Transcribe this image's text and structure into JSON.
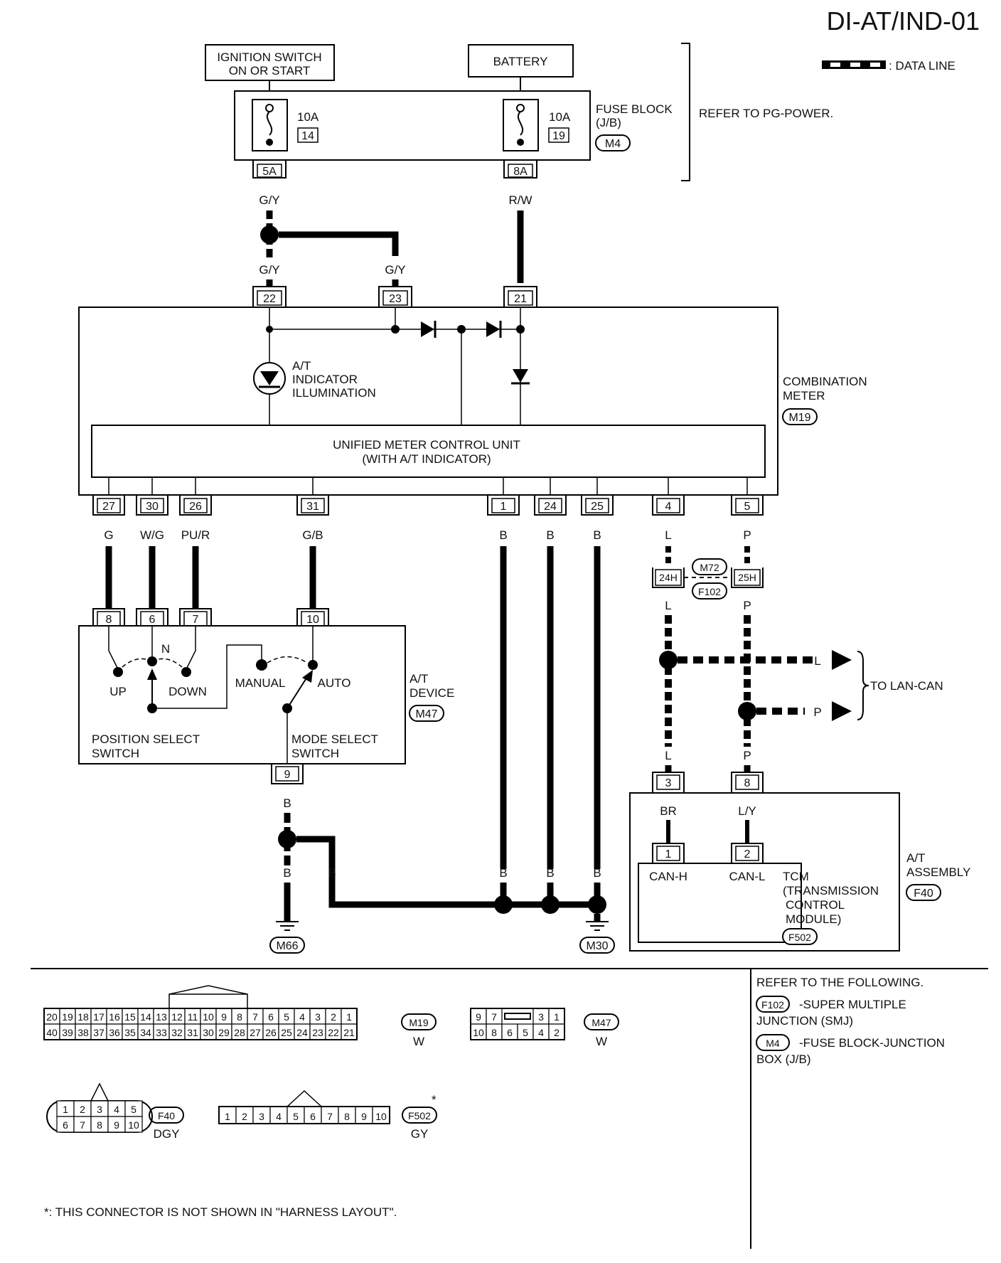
{
  "title": "DI-AT/IND-01",
  "legend": {
    "data_line": ": DATA LINE"
  },
  "sources": {
    "ignition": [
      "IGNITION SWITCH",
      "ON OR START"
    ],
    "battery": "BATTERY"
  },
  "fuse_block": {
    "label": [
      "FUSE BLOCK",
      "(J/B)"
    ],
    "connector": "M4",
    "fuse1": {
      "amps": "10A",
      "num": "14",
      "pin": "5A"
    },
    "fuse2": {
      "amps": "10A",
      "num": "19",
      "pin": "8A"
    },
    "refer": "REFER TO PG-POWER."
  },
  "wires": {
    "gy": "G/Y",
    "rw": "R/W",
    "g": "G",
    "wg": "W/G",
    "pur": "PU/R",
    "gb": "G/B",
    "b": "B",
    "l": "L",
    "p": "P",
    "br": "BR",
    "ly": "L/Y"
  },
  "combination_meter": {
    "label": [
      "COMBINATION",
      "METER"
    ],
    "connector": "M19",
    "pins_top": [
      "22",
      "23",
      "21"
    ],
    "indicator": [
      "A/T",
      "INDICATOR",
      "ILLUMINATION"
    ],
    "unit": [
      "UNIFIED METER CONTROL UNIT",
      "(WITH A/T INDICATOR)"
    ],
    "pins_bottom": [
      "27",
      "30",
      "26",
      "31",
      "1",
      "24",
      "25",
      "4",
      "5"
    ]
  },
  "smj": {
    "connector1": "M72",
    "connector2": "F102",
    "pin_l": "24H",
    "pin_p": "25H"
  },
  "at_device": {
    "label": [
      "A/T",
      "DEVICE"
    ],
    "connector": "M47",
    "pins": [
      "8",
      "6",
      "7",
      "10",
      "9"
    ],
    "n": "N",
    "up": "UP",
    "down": "DOWN",
    "manual": "MANUAL",
    "auto": "AUTO",
    "pos_switch": [
      "POSITION SELECT",
      "SWITCH"
    ],
    "mode_switch": [
      "MODE SELECT",
      "SWITCH"
    ]
  },
  "lan": {
    "label": "TO LAN-CAN",
    "l": "L",
    "p": "P"
  },
  "at_assembly": {
    "label": [
      "A/T",
      "ASSEMBLY"
    ],
    "connector": "F40",
    "pins_outer": [
      "3",
      "8"
    ],
    "pins_inner": [
      "1",
      "2"
    ],
    "can_h": "CAN-H",
    "can_l": "CAN-L",
    "tcm": [
      "TCM",
      "(TRANSMISSION",
      "CONTROL",
      "MODULE)"
    ],
    "tcm_connector": "F502"
  },
  "grounds": [
    "M66",
    "M30"
  ],
  "connector_views": {
    "m19": {
      "id": "M19",
      "color": "W",
      "row1": [
        "20",
        "19",
        "18",
        "17",
        "16",
        "15",
        "14",
        "13",
        "12",
        "11",
        "10",
        "9",
        "8",
        "7",
        "6",
        "5",
        "4",
        "3",
        "2",
        "1"
      ],
      "row2": [
        "40",
        "39",
        "38",
        "37",
        "36",
        "35",
        "34",
        "33",
        "32",
        "31",
        "30",
        "29",
        "28",
        "27",
        "26",
        "25",
        "24",
        "23",
        "22",
        "21"
      ]
    },
    "m47": {
      "id": "M47",
      "color": "W",
      "row1": [
        "9",
        "7",
        "",
        "3",
        "1"
      ],
      "row2": [
        "10",
        "8",
        "6",
        "5",
        "4",
        "2"
      ]
    },
    "f40": {
      "id": "F40",
      "color": "DGY",
      "row1": [
        "1",
        "2",
        "3",
        "4",
        "5"
      ],
      "row2": [
        "6",
        "7",
        "8",
        "9",
        "10"
      ]
    },
    "f502": {
      "id": "F502",
      "color": "GY",
      "row": [
        "1",
        "2",
        "3",
        "4",
        "5",
        "6",
        "7",
        "8",
        "9",
        "10"
      ],
      "mark": "*"
    }
  },
  "refer_following": {
    "heading": "REFER TO THE FOLLOWING.",
    "items": [
      {
        "connector": "F102",
        "text": [
          "-SUPER MULTIPLE",
          "JUNCTION (SMJ)"
        ]
      },
      {
        "connector": "M4",
        "text": [
          "-FUSE BLOCK-JUNCTION",
          "BOX (J/B)"
        ]
      }
    ]
  },
  "footnote": "*: THIS CONNECTOR IS NOT SHOWN IN \"HARNESS LAYOUT\"."
}
